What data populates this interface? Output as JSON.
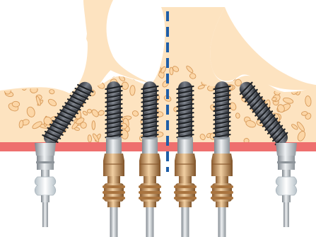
{
  "colors": {
    "background": "#ffffff",
    "bone": "#fde3c0",
    "bone_outline": "#f6c48d",
    "bone_particle_fill": "#fcd6a6",
    "bone_particle_stroke": "#d79a5a",
    "gum": "#ee6f6e",
    "midline": "#1f5ea8",
    "implant_dark": "#4b4f58",
    "titanium": "#c8cdd2",
    "gold": "#c9965f",
    "silicone": "#e8eef2"
  },
  "implants": [
    {
      "id": "left-tilted",
      "angle_deg": 35,
      "abutment": "silver"
    },
    {
      "id": "left-inner",
      "angle_deg": 0,
      "abutment": "gold"
    },
    {
      "id": "center-left",
      "angle_deg": 0,
      "abutment": "gold"
    },
    {
      "id": "center-right",
      "angle_deg": 0,
      "abutment": "gold"
    },
    {
      "id": "right-inner",
      "angle_deg": 0,
      "abutment": "gold"
    },
    {
      "id": "right-tilted",
      "angle_deg": -35,
      "abutment": "silver"
    }
  ]
}
